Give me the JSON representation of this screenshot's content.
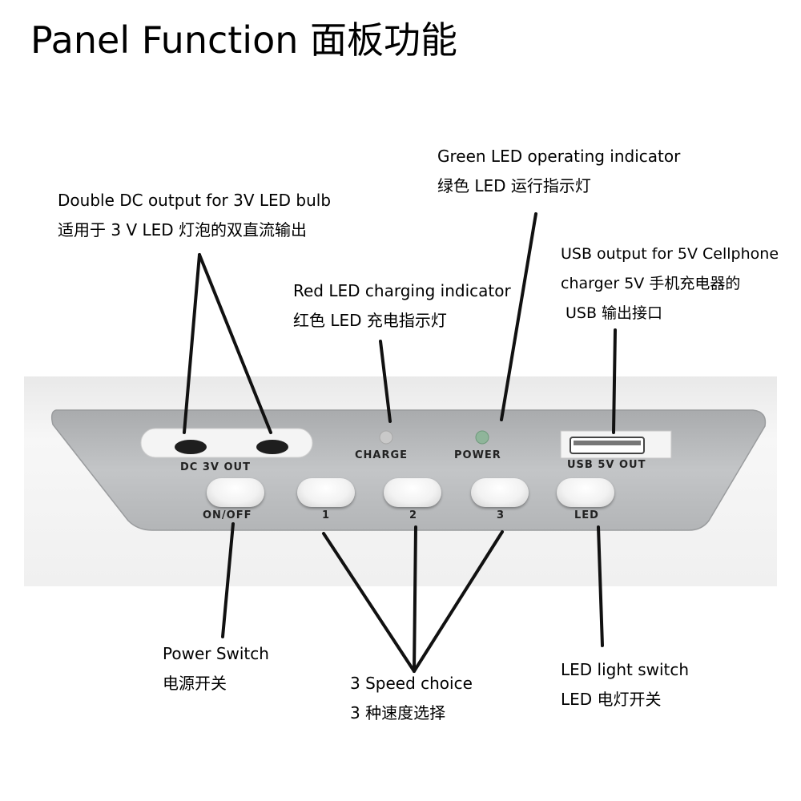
{
  "title": "Panel Function 面板功能",
  "callouts": {
    "dc_output": {
      "en": "Double DC output for 3V LED bulb",
      "zh": "适用于 3 V LED 灯泡的双直流输出"
    },
    "green_led": {
      "en": "Green LED operating indicator",
      "zh": "绿色 LED 运行指示灯"
    },
    "usb_output": {
      "line1": "USB output for 5V Cellphone",
      "line2": "charger 5V 手机充电器的",
      "line3": "USB 输出接口"
    },
    "red_led": {
      "en": "Red LED charging indicator",
      "zh": "红色 LED 充电指示灯"
    },
    "power_switch": {
      "en": "Power Switch",
      "zh": "电源开关"
    },
    "speed_choice": {
      "en": "3 Speed choice",
      "zh": "3 种速度选择"
    },
    "led_switch": {
      "en": "LED light switch",
      "zh": "LED 电灯开关"
    }
  },
  "panel": {
    "dc_label": "DC 3V OUT",
    "charge_label": "CHARGE",
    "power_label": "POWER",
    "usb_label": "USB 5V OUT",
    "buttons": [
      {
        "label": "ON/OFF"
      },
      {
        "label": "1"
      },
      {
        "label": "2"
      },
      {
        "label": "3"
      },
      {
        "label": "LED"
      }
    ]
  },
  "colors": {
    "panel_face": "#b9bbbd",
    "housing": "#f1f1f1",
    "charge_led": "#c9c9c9",
    "power_led": "#8fb59a",
    "callout_line": "#111111"
  }
}
